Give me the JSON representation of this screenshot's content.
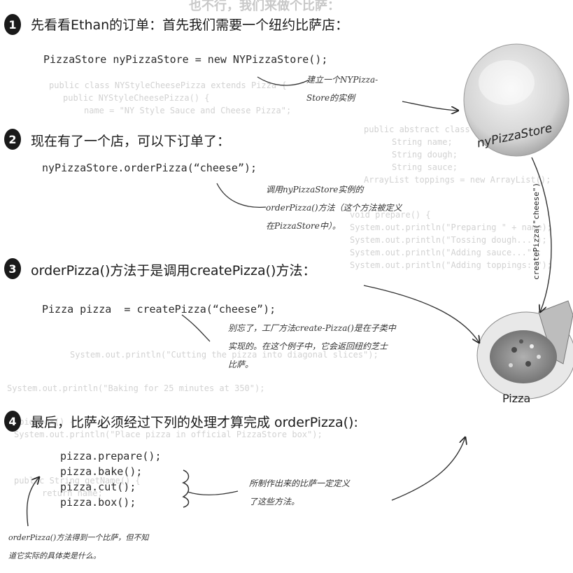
{
  "steps": [
    {
      "num": "1",
      "heading": "先看看Ethan的订单：首先我们需要一个纽约比萨店：",
      "code": "PizzaStore nyPizzaStore = new NYPizzaStore();",
      "note": [
        "建立一个NYPizza-",
        "Store的实例"
      ]
    },
    {
      "num": "2",
      "heading": "现在有了一个店，可以下订单了：",
      "code": "nyPizzaStore.orderPizza(“cheese”);",
      "note": [
        "调用nyPizzaStore实例的",
        "orderPizza()方法（这个方法被定义",
        "在PizzaStore中）。"
      ]
    },
    {
      "num": "3",
      "heading": "orderPizza()方法于是调用createPizza()方法：",
      "code": "Pizza pizza  = createPizza(“cheese”);",
      "note": [
        "别忘了，工厂方法create-Pizza()是在子类中",
        "实现的。在这个例子中，它会返回纽约芝士",
        "比萨。"
      ]
    },
    {
      "num": "4",
      "heading": "最后，比萨必须经过下列的处理才算完成 orderPizza():",
      "code_lines": [
        "pizza.prepare();",
        "pizza.bake();",
        "pizza.cut();",
        "pizza.box();"
      ],
      "note": [
        "所制作出来的比萨一定定义",
        "了这些方法。"
      ]
    }
  ],
  "bottom_note": [
    "orderPizza()方法得到一个比萨，但不知",
    "道它实际的具体类是什么。"
  ],
  "labels": {
    "store": "nyPizzaStore",
    "create_call": "createPizza(\"cheese\")",
    "pizza": "Pizza"
  },
  "background_text": {
    "top": "也不行，我们来做个比萨：",
    "lines": [
      "public class NYStyleCheesePizza extends Pizza {",
      "  public NYStyleCheesePizza() {",
      "    name = \"NY Style Sauce and Cheese Pizza\";",
      "public abstract class Pizza {",
      "  String name;",
      "  String dough;",
      "  String sauce;",
      "  ArrayList toppings = new ArrayList();",
      "void prepare() {",
      "  System.out.println(\"Preparing \" + name);",
      "  System.out.println(\"Tossing dough...\");",
      "  System.out.println(\"Adding sauce...\");",
      "  System.out.println(\"Adding toppings: \");",
      "System.out.println(\"Cutting the pizza into diagonal slices\");",
      "  System.out.println(\"Baking for 25 minutes at 350\");",
      "void box() {",
      "  System.out.println(\"Place pizza in official PizzaStore box\");",
      "public String getName() {",
      "  return name;"
    ]
  }
}
